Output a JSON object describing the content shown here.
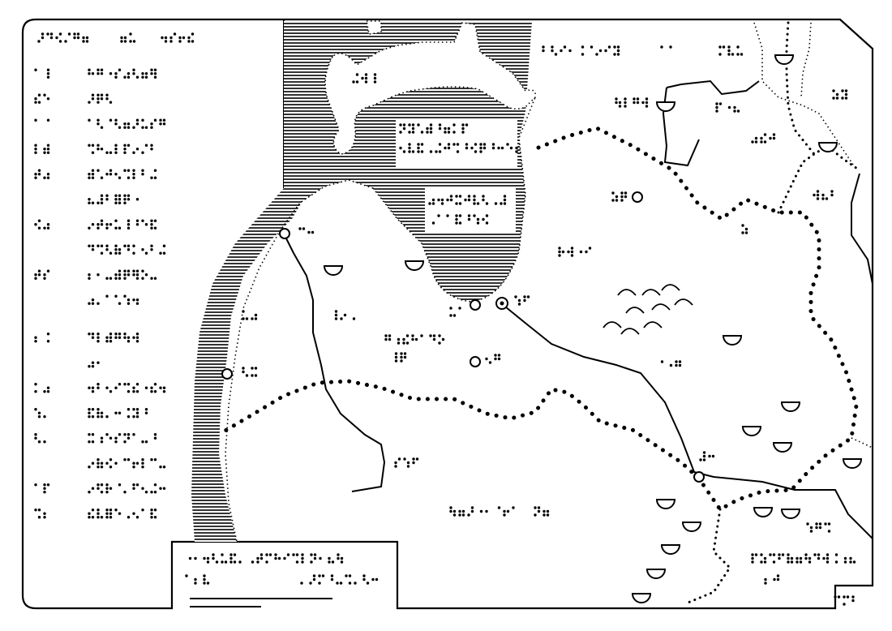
{
  "map": {
    "description_text_present": false,
    "symbols": {
      "city_marker": "circle",
      "lake_marker": "half-circle",
      "mountain_marker": "arc",
      "water_fill": "horizontal-hatch",
      "border": "dotted-line",
      "river": "solid-line"
    }
  }
}
